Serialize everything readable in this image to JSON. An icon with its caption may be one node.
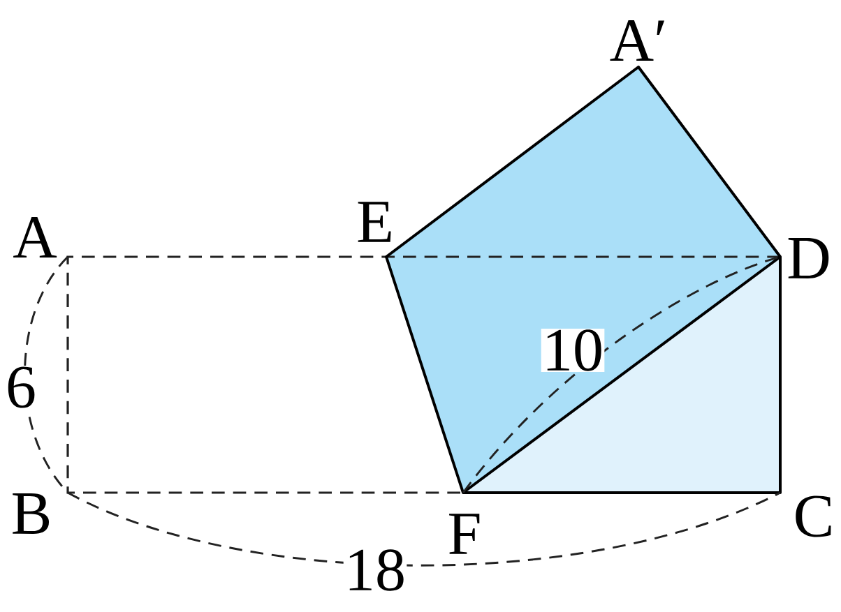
{
  "diagram": {
    "labels": [
      "A′",
      "E",
      "A",
      "D",
      "6",
      "10",
      "B",
      "F",
      "C",
      "18"
    ]
  }
}
